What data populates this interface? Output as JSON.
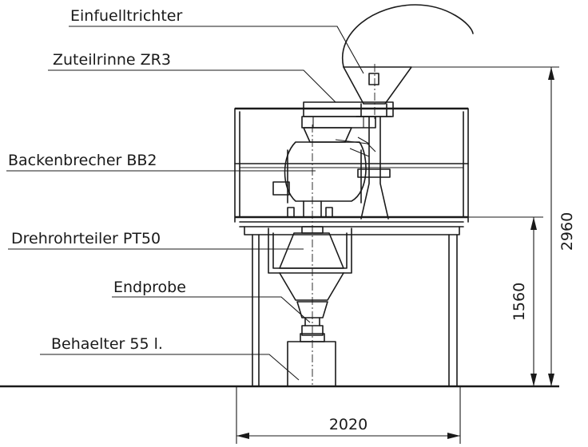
{
  "labels": {
    "hopper": "Einfuelltrichter",
    "feeder": "Zuteilrinne ZR3",
    "crusher": "Backenbrecher BB2",
    "divider": "Drehrohrteiler PT50",
    "sample": "Endprobe",
    "container": "Behaelter 55 l."
  },
  "dimensions": {
    "total_height": "2960",
    "platform_height": "1560",
    "width": "2020"
  }
}
